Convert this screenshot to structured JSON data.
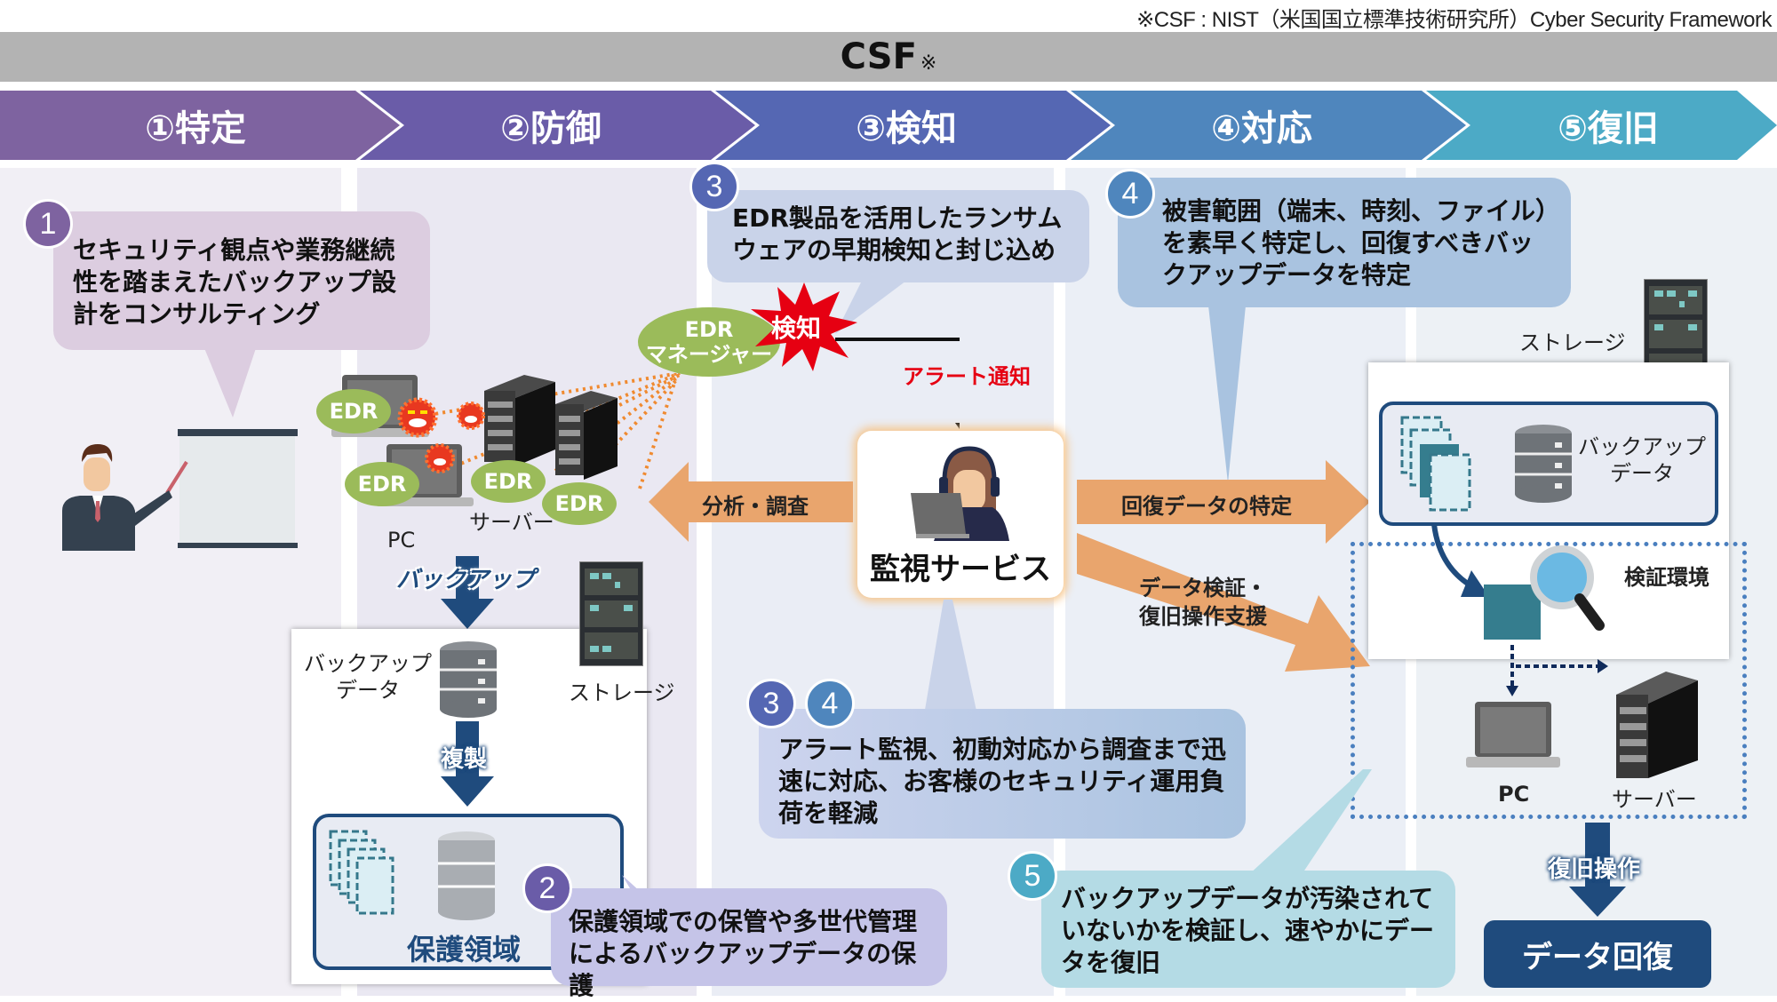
{
  "footnote": "※CSF : NIST（米国国立標準技術研究所）Cyber Security Framework",
  "framework": {
    "title": "CSF",
    "mark": "※"
  },
  "phases": [
    {
      "label": "①特定",
      "color": "#7e63a0"
    },
    {
      "label": "②防御",
      "color": "#6a5ca8"
    },
    {
      "label": "③検知",
      "color": "#5567b3"
    },
    {
      "label": "④対応",
      "color": "#4f86bd"
    },
    {
      "label": "⑤復旧",
      "color": "#4caac6"
    }
  ],
  "steps": {
    "s1": {
      "num": "1",
      "color": "#7e63a0",
      "bubble_color": "#dccde0",
      "text": "セキュリティ観点や業務継続性を踏まえたバックアップ設計をコンサルティング"
    },
    "s2": {
      "num": "2",
      "color": "#6a5ca8",
      "bubble_color": "#c5c4e8",
      "text": "保護領域での保管や多世代管理によるバックアップデータの保護"
    },
    "s3": {
      "num": "3",
      "color": "#5567b3",
      "bubble_color": "#c9d3e9",
      "text": "EDR製品を活用したランサムウェアの早期検知と封じ込め"
    },
    "s4": {
      "num": "4",
      "color": "#4f86bd",
      "bubble_color": "#a9c3e0",
      "text": "被害範囲（端末、時刻、ファイル）を素早く特定し、回復すべきバックアップデータを特定"
    },
    "s34": {
      "nums": [
        "3",
        "4"
      ],
      "text": "アラート監視、初動対応から調査まで迅速に対応、お客様のセキュリティ運用負荷を軽減"
    },
    "s5": {
      "num": "5",
      "color": "#4caac6",
      "bubble_color": "#b4dbe5",
      "text": "バックアップデータが汚染されていないかを検証し、速やかにデータを復旧"
    }
  },
  "protect": {
    "edr_tag": "EDR",
    "pc_label": "PC",
    "server_label": "サーバー",
    "backup_arrow": "バックアップ",
    "backup_data": [
      "バックアップ",
      "データ"
    ],
    "storage": "ストレージ",
    "replicate_arrow": "複製",
    "protected_area": "保護領域"
  },
  "detect": {
    "manager": [
      "EDR",
      "マネージャー"
    ],
    "detect_burst": "検知",
    "alert": "アラート通知",
    "monitor_service": "監視サービス",
    "analyze_arrow": "分析・調査"
  },
  "respond": {
    "identify_arrow": "回復データの特定",
    "verify_arrow": [
      "データ検証・",
      "復旧操作支援"
    ]
  },
  "recover": {
    "storage": "ストレージ",
    "backup_data": [
      "バックアップ",
      "データ"
    ],
    "verify_env": "検証環境",
    "pc_label": "PC",
    "server_label": "サーバー",
    "restore_op": "復旧操作",
    "data_recovery": "データ回復"
  },
  "colors": {
    "navy": "#1f4b7d",
    "orange_arrow": "#e9a56d",
    "edr_green": "#9bbb5a",
    "alert_red": "#e60012"
  }
}
